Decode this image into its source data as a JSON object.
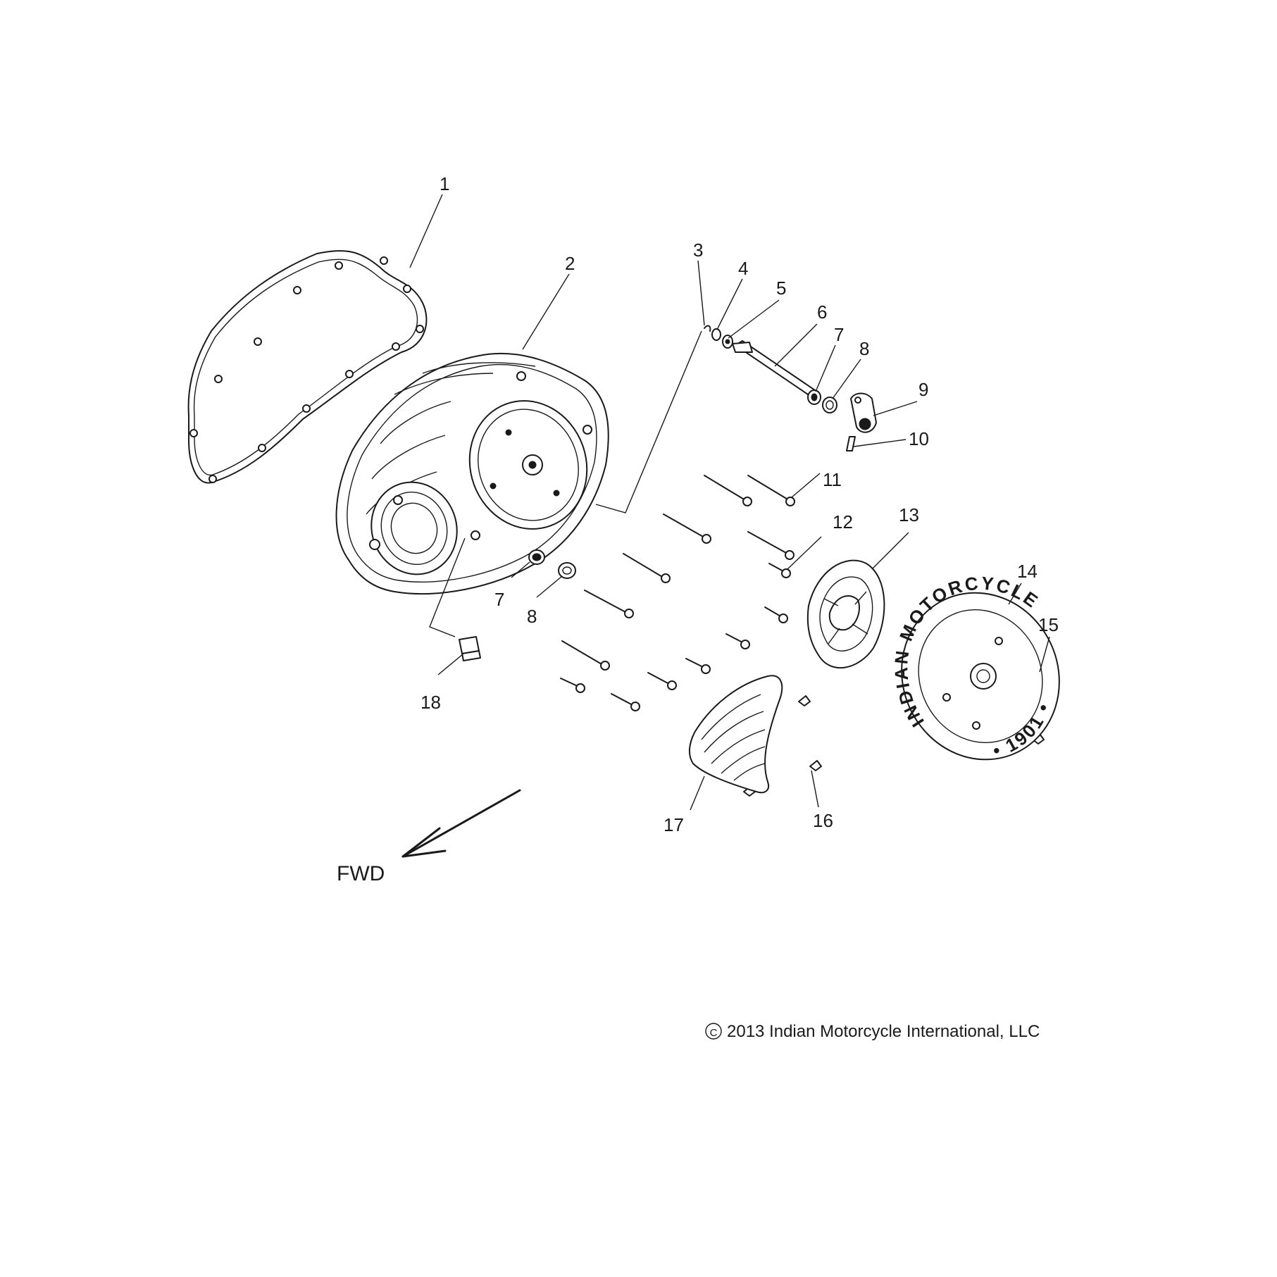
{
  "callouts": {
    "c1": "1",
    "c2": "2",
    "c3": "3",
    "c4": "4",
    "c5": "5",
    "c6": "6",
    "c7a": "7",
    "c8a": "8",
    "c9": "9",
    "c10": "10",
    "c11": "11",
    "c12": "12",
    "c13": "13",
    "c14": "14",
    "c15": "15",
    "c16": "16",
    "c17": "17",
    "c18": "18",
    "c7b": "7",
    "c8b": "8"
  },
  "direction_label": "FWD",
  "copyright_symbol": "C",
  "copyright": "2013 Indian Motorcycle International, LLC",
  "emblem": {
    "top_text": "INDIAN MOTORCYCLE",
    "bottom_text": "• 1901 •"
  },
  "colors": {
    "line": "#1a1a1a",
    "background": "#ffffff"
  }
}
